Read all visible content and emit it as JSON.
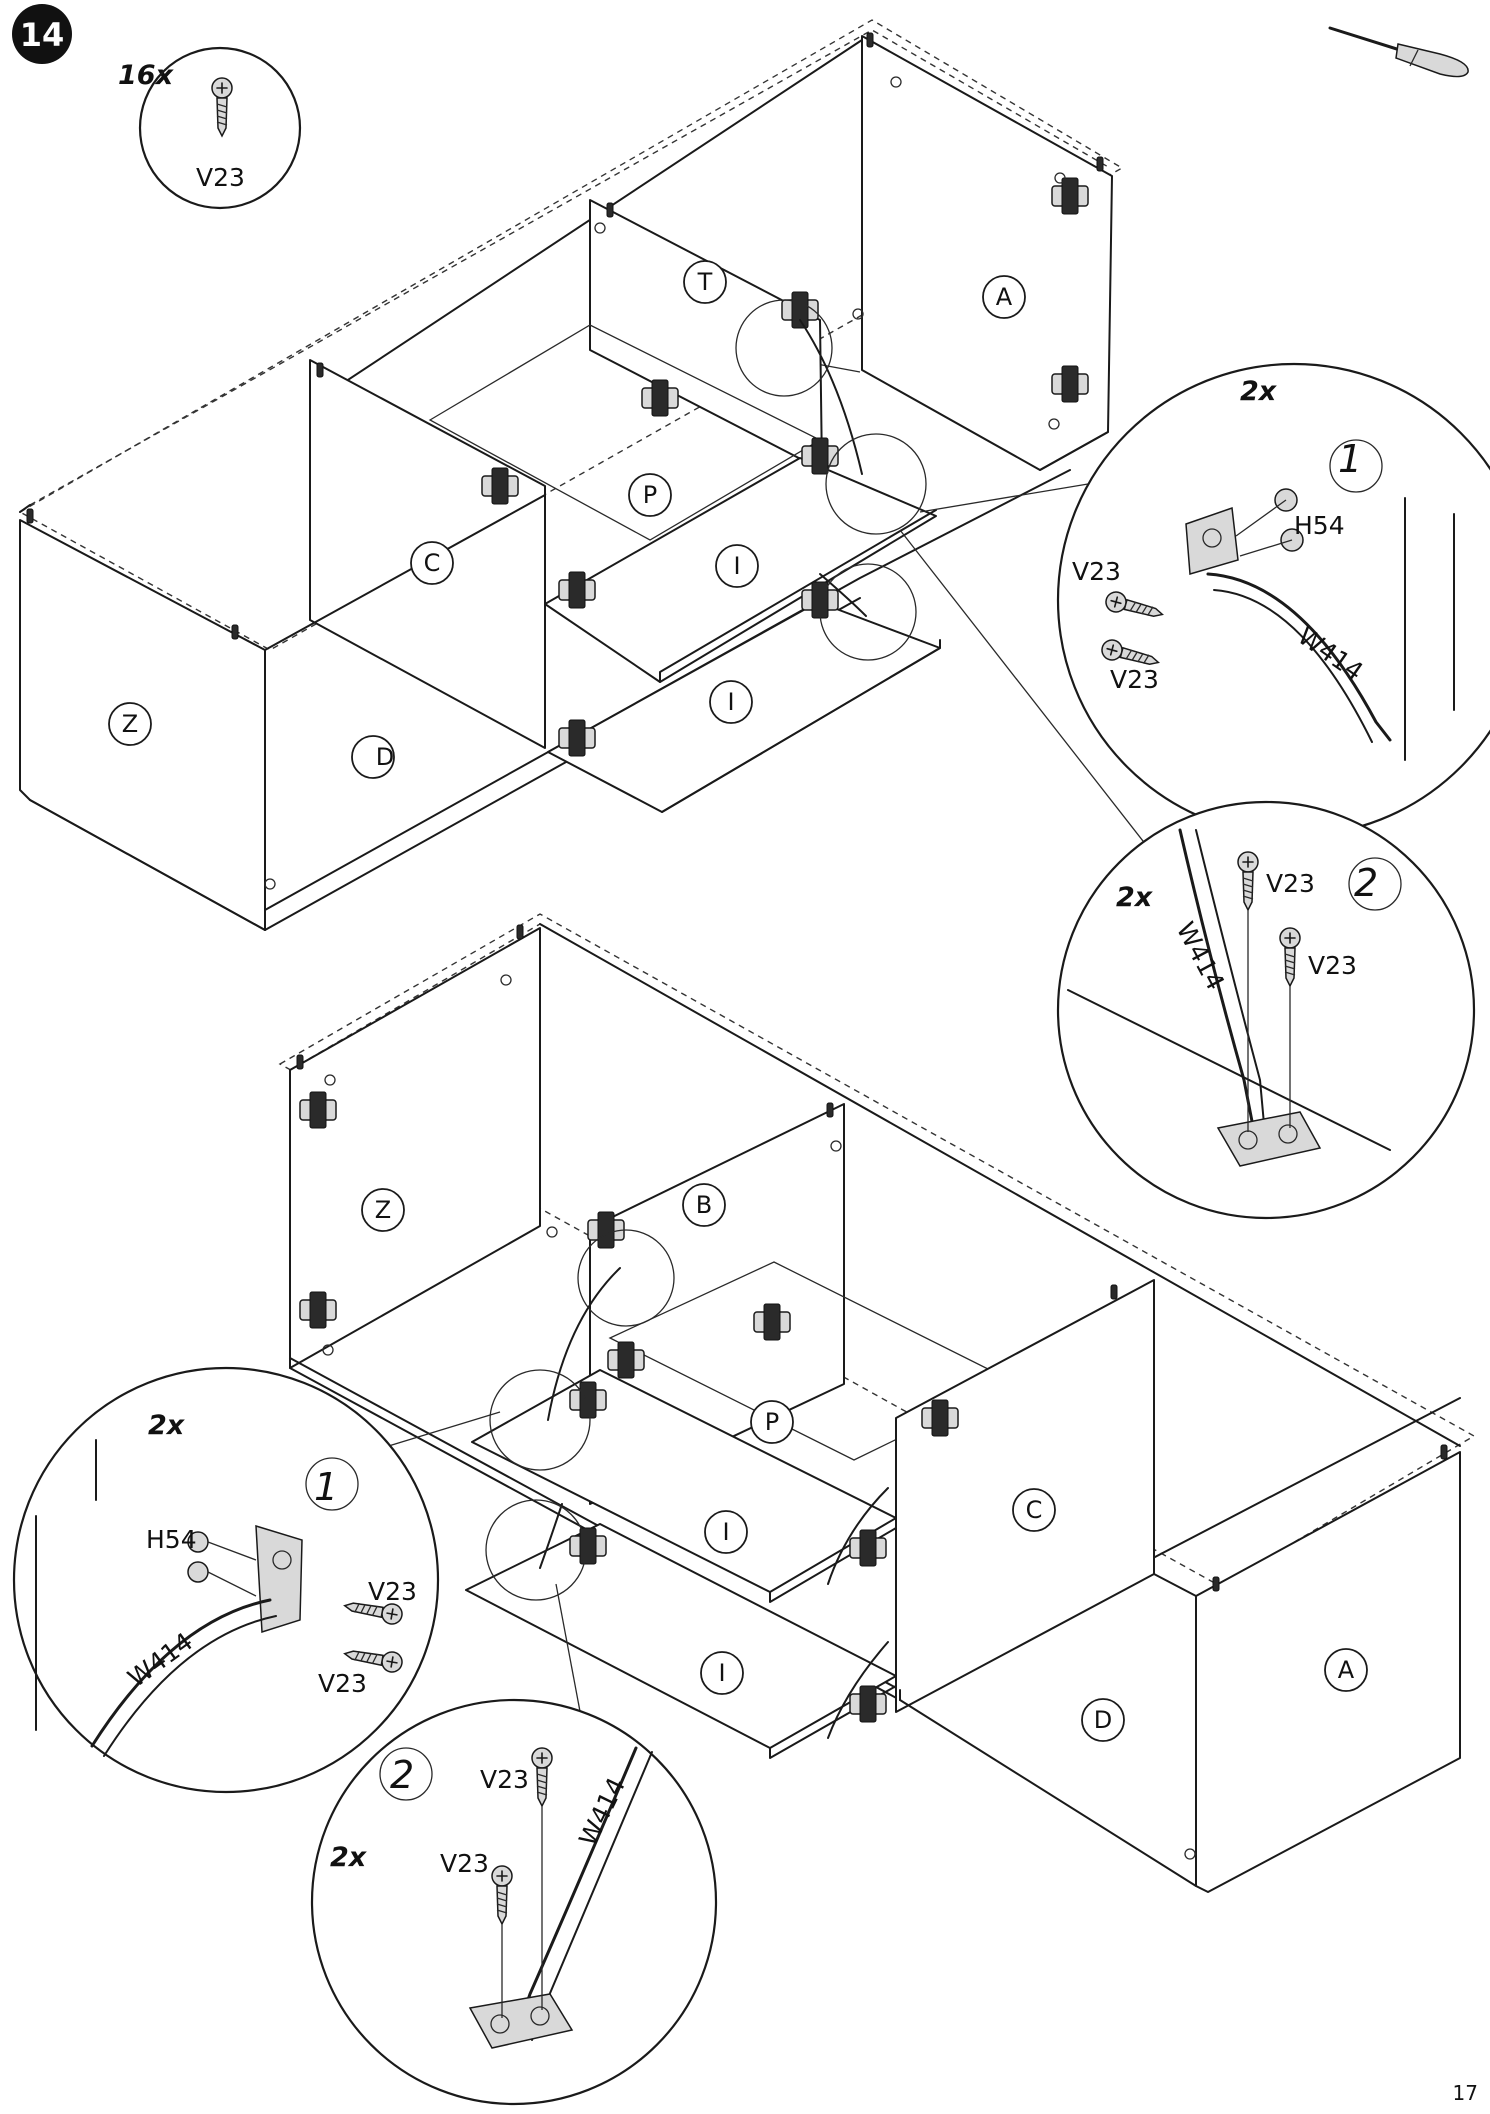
{
  "step": {
    "number": "14"
  },
  "hardware_callout": {
    "quantity": "16x",
    "part": "V23"
  },
  "tool": {
    "icon": "screwdriver-icon"
  },
  "parts_top": {
    "T": "T",
    "A": "A",
    "P": "P",
    "C": "C",
    "I_upper": "I",
    "I_lower": "I",
    "Z": "Z",
    "D": "D"
  },
  "parts_bottom": {
    "Z": "Z",
    "B": "B",
    "P": "P",
    "C": "C",
    "I_upper": "I",
    "I_lower": "I",
    "A": "A",
    "D": "D"
  },
  "detail_top_1": {
    "qty": "2x",
    "step": "1",
    "screw_a": "V23",
    "screw_b": "V23",
    "washer": "H54",
    "stay": "W414"
  },
  "detail_top_2": {
    "qty": "2x",
    "step": "2",
    "screw_a": "V23",
    "screw_b": "V23",
    "stay": "W414"
  },
  "detail_bottom_1": {
    "qty": "2x",
    "step": "1",
    "screw_a": "V23",
    "screw_b": "V23",
    "washer": "H54",
    "stay": "W414"
  },
  "detail_bottom_2": {
    "qty": "2x",
    "step": "2",
    "screw_a": "V23",
    "screw_b": "V23",
    "stay": "W414"
  },
  "page_number": "17"
}
